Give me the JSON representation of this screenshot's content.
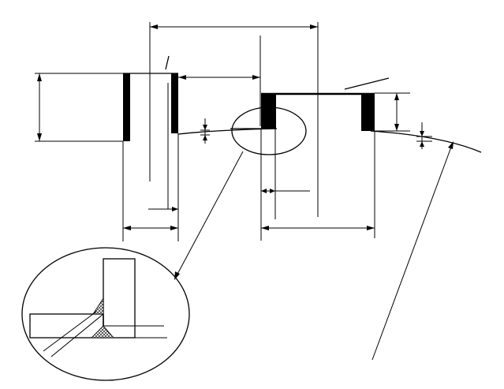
{
  "diagram": {
    "background_color": "#ffffff",
    "stroke_color": "#000000",
    "weld_hatch_color": "#000000",
    "components": [
      "left-nozzle",
      "right-nozzle",
      "shell-arc",
      "detail-callout-ellipse",
      "detail-view-circle",
      "dimension-lines",
      "leader-lines"
    ],
    "text": []
  }
}
